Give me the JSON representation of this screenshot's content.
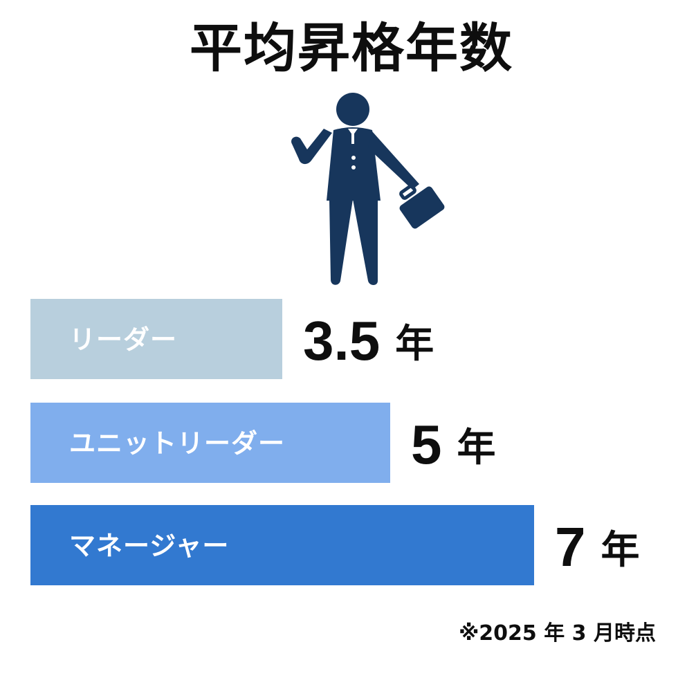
{
  "title": "平均昇格年数",
  "footnote": "※2025 年 3 月時点",
  "figure_icon": "businessman-with-briefcase-icon",
  "colors": {
    "figure": "#17365c",
    "leader": "#b8cfdd",
    "unit_leader": "#80aeed",
    "manager": "#3279d0",
    "text": "#0e0e0e"
  },
  "chart_data": {
    "type": "bar",
    "orientation": "horizontal",
    "title": "平均昇格年数",
    "categories": [
      "リーダー",
      "ユニットリーダー",
      "マネージャー"
    ],
    "values": [
      3.5,
      5,
      7
    ],
    "value_labels": [
      "3.5",
      "5",
      "7"
    ],
    "unit": "年",
    "colors": [
      "#b8cfdd",
      "#80aeed",
      "#3279d0"
    ],
    "xlim": [
      0,
      7
    ],
    "grid": false,
    "legend": "none"
  }
}
